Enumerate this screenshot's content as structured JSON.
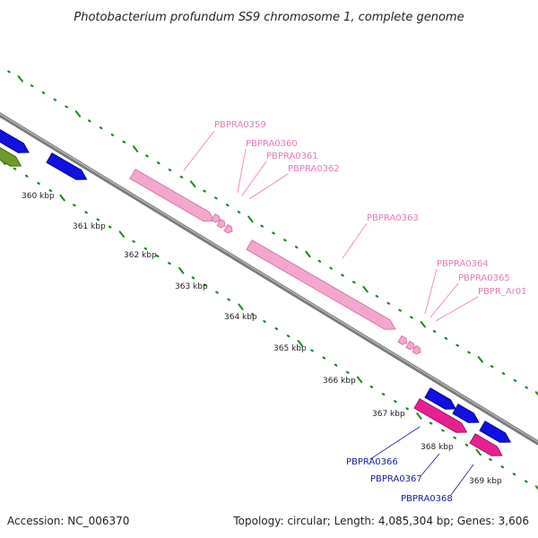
{
  "title": "Photobacterium profundum SS9 chromosome 1, complete genome",
  "footer": {
    "accession": "Accession: NC_006370",
    "summary": "Topology: circular; Length: 4,085,304 bp; Genes: 3,606"
  },
  "colors": {
    "backbone": "#7a7a7a",
    "tick": "#1a8a1a",
    "gene_label_pink": "#e879b9",
    "gene_label_blue": "#1a1aaa",
    "feature_pink": "#f5a6cf",
    "feature_magenta": "#e8208f",
    "feature_blue": "#1010e0",
    "feature_green": "#6e9a2a"
  },
  "ticks": [
    {
      "label": "360 kbp"
    },
    {
      "label": "361 kbp"
    },
    {
      "label": "362 kbp"
    },
    {
      "label": "363 kbp"
    },
    {
      "label": "364 kbp"
    },
    {
      "label": "365 kbp"
    },
    {
      "label": "366 kbp"
    },
    {
      "label": "367 kbp"
    },
    {
      "label": "368 kbp"
    },
    {
      "label": "369 kbp"
    }
  ],
  "gene_labels": [
    {
      "text": "PBPRA0359",
      "color": "pink"
    },
    {
      "text": "PBPRA0360",
      "color": "pink"
    },
    {
      "text": "PBPRA0361",
      "color": "pink"
    },
    {
      "text": "PBPRA0362",
      "color": "pink"
    },
    {
      "text": "PBPRA0363",
      "color": "pink"
    },
    {
      "text": "PBPRA0364",
      "color": "pink"
    },
    {
      "text": "PBPRA0365",
      "color": "pink"
    },
    {
      "text": "PBPR_Ar01",
      "color": "pink"
    },
    {
      "text": "PBPRA0366",
      "color": "blue"
    },
    {
      "text": "PBPRA0367",
      "color": "blue"
    },
    {
      "text": "PBPRA0368",
      "color": "blue"
    }
  ]
}
